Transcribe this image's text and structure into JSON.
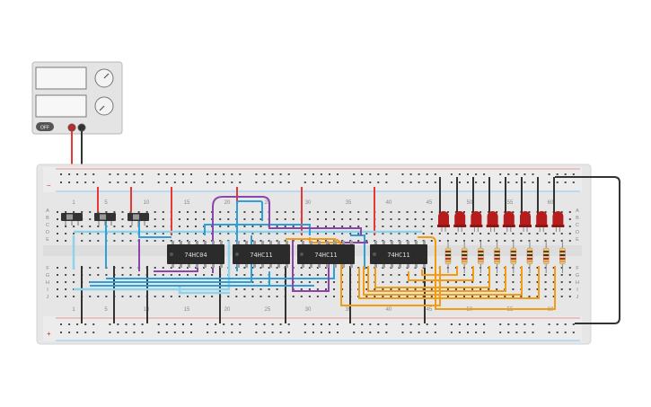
{
  "ic_chips": [
    {
      "label": "74HC04"
    },
    {
      "label": "74HC11"
    },
    {
      "label": "74HC11"
    },
    {
      "label": "74HC11"
    }
  ],
  "column_numbers_top": [
    "1",
    "5",
    "10",
    "15",
    "20",
    "25",
    "30",
    "35",
    "40",
    "45",
    "50",
    "55",
    "60"
  ],
  "column_numbers_bottom": [
    "1",
    "5",
    "10",
    "15",
    "20",
    "25",
    "30",
    "35",
    "40",
    "45",
    "50",
    "55",
    "60"
  ],
  "row_letters_top": [
    "A",
    "B",
    "C",
    "D",
    "E"
  ],
  "row_letters_bottom": [
    "F",
    "G",
    "H",
    "I",
    "J"
  ],
  "rail_signs": {
    "plus": "+",
    "minus": "−"
  },
  "power_supply": {
    "button_label": "OFF"
  },
  "led_count": 8,
  "colors": {
    "breadboard": "#e6e6e6",
    "chip": "#2b2b2b",
    "led": "#b71c1c",
    "wire_red": "#e53935",
    "wire_black": "#333333",
    "wire_orange": "#f39c12",
    "wire_purple": "#8e44ad",
    "wire_blue": "#3ea7e0",
    "wire_light_blue": "#8fd3ea"
  }
}
